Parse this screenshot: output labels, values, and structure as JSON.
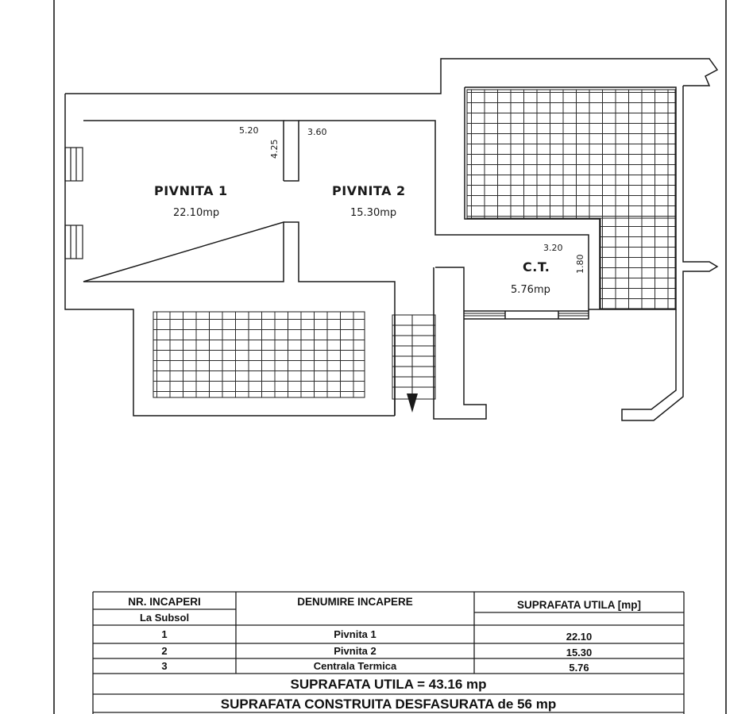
{
  "rooms": {
    "pivnita1": {
      "name": "PIVNITA 1",
      "area": "22.10mp",
      "dim_width": "5.20",
      "dim_length": "4.25"
    },
    "pivnita2": {
      "name": "PIVNITA 2",
      "area": "15.30mp",
      "dim_width": "3.60"
    },
    "ct": {
      "name": "C.T.",
      "area": "5.76mp",
      "dim_width": "3.20",
      "dim_length": "1.80"
    }
  },
  "table": {
    "headers": {
      "nr": "NR. INCAPERI",
      "name": "DENUMIRE INCAPERE",
      "area": "SUPRAFATA UTILA [mp]"
    },
    "level": "La Subsol",
    "rows": [
      {
        "nr": "1",
        "name": "Pivnita 1",
        "area": "22.10"
      },
      {
        "nr": "2",
        "name": "Pivnita 2",
        "area": "15.30"
      },
      {
        "nr": "3",
        "name": "Centrala Termica",
        "area": "5.76"
      }
    ],
    "total_useful": "SUPRAFATA UTILA =  43.16 mp",
    "total_built": "SUPRAFATA CONSTRUITA DESFASURATA de 56 mp"
  }
}
